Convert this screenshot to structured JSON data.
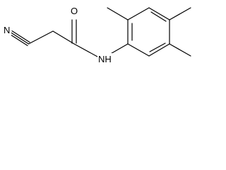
{
  "diagram": {
    "atom_labels": {
      "nitrile_nitrogen": "N",
      "carbonyl_oxygen": "O",
      "amide_nitrogen": "NH"
    },
    "colors": {
      "bond": "#000000",
      "label": "#000000",
      "background": "#ffffff"
    }
  }
}
